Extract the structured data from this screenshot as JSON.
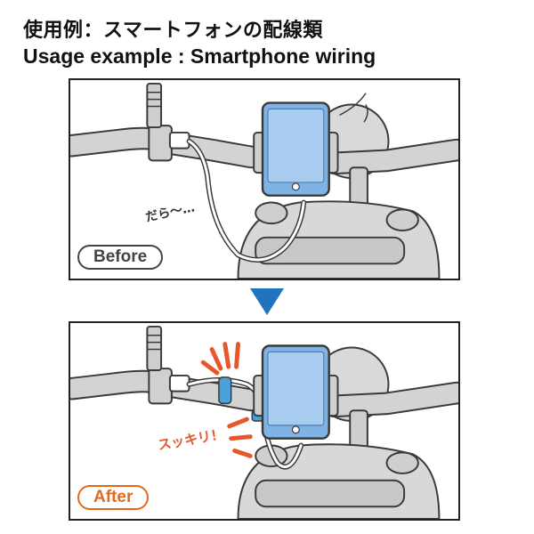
{
  "header": {
    "title_jp": "使用例：スマートフォンの配線類",
    "title_en": "Usage example : Smartphone wiring"
  },
  "before_panel": {
    "label": "Before",
    "caption": "だら〜…"
  },
  "after_panel": {
    "label": "After",
    "caption": "スッキリ！"
  },
  "colors": {
    "phone_screen": "#7fb3e6",
    "phone_body": "#3f6e9e",
    "strap": "#4aa0d8",
    "arrow": "#1f73bf",
    "after_accent": "#e06a21",
    "burst": "#e7572c",
    "bike_gray": "#cfcfcf",
    "line": "#3a3a3a"
  },
  "icons": {
    "down_arrow": "down-triangle-icon"
  }
}
